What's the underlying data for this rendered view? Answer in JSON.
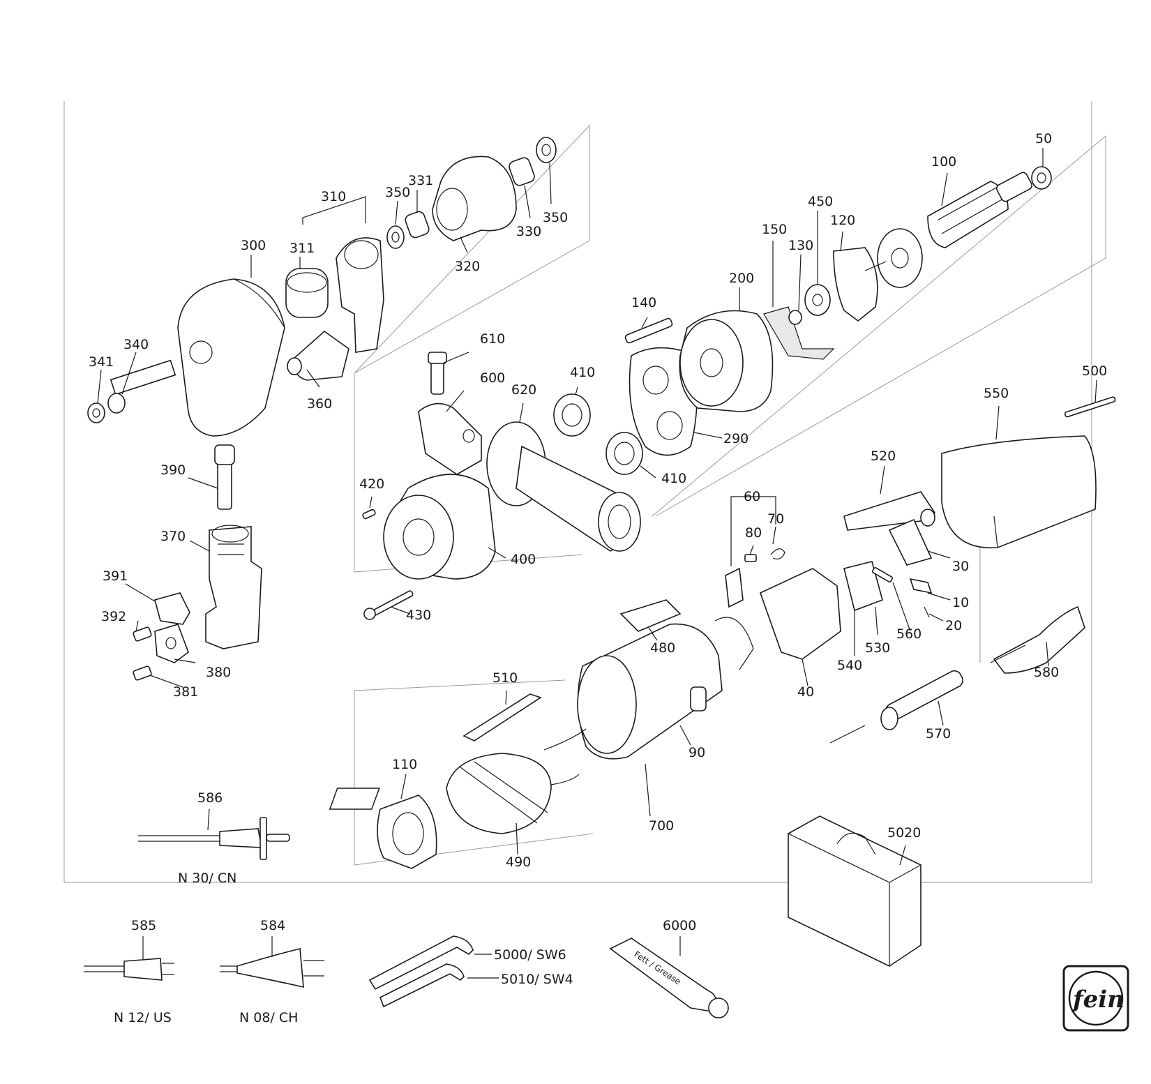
{
  "labels": {
    "p10": "10",
    "p20": "20",
    "p30": "30",
    "p40": "40",
    "p50": "50",
    "p60": "60",
    "p70": "70",
    "p80": "80",
    "p90": "90",
    "p100": "100",
    "p110": "110",
    "p120": "120",
    "p130": "130",
    "p140": "140",
    "p150": "150",
    "p200": "200",
    "p290": "290",
    "p300": "300",
    "p310": "310",
    "p311": "311",
    "p320": "320",
    "p330": "330",
    "p331": "331",
    "p340": "340",
    "p341": "341",
    "p350a": "350",
    "p350b": "350",
    "p360": "360",
    "p370": "370",
    "p380": "380",
    "p381": "381",
    "p390": "390",
    "p391": "391",
    "p392": "392",
    "p400": "400",
    "p410a": "410",
    "p410b": "410",
    "p420": "420",
    "p430": "430",
    "p450": "450",
    "p480": "480",
    "p490": "490",
    "p500": "500",
    "p510": "510",
    "p520": "520",
    "p530": "530",
    "p540": "540",
    "p550": "550",
    "p560": "560",
    "p570": "570",
    "p580": "580",
    "p584": "584",
    "p585": "585",
    "p586": "586",
    "p600": "600",
    "p610": "610",
    "p620": "620",
    "p700": "700",
    "p5020": "5020",
    "p6000": "6000"
  },
  "variants": {
    "n30": "N 30/ CN",
    "n12": "N 12/ US",
    "n08": "N 08/ CH"
  },
  "accessories": {
    "key5000": "5000/ SW6",
    "key5010": "5010/ SW4"
  },
  "grease_tube_text": "Fett / Grease",
  "logo_text": "fein"
}
